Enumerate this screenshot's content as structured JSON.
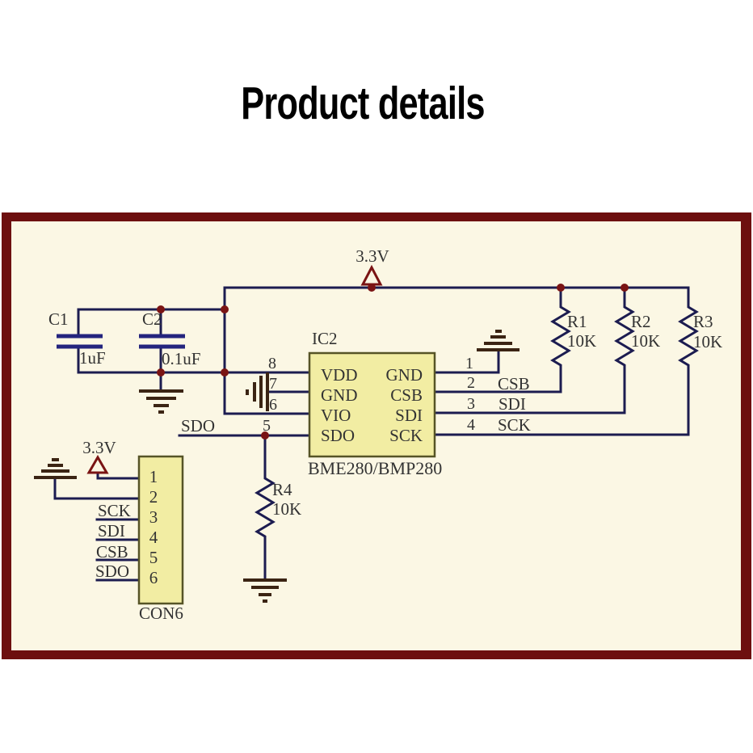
{
  "title": "Product details",
  "schematic": {
    "power_rail_label": "3.3V",
    "connector_power_label": "3.3V",
    "capacitors": [
      {
        "ref": "C1",
        "value": "1uF"
      },
      {
        "ref": "C2",
        "value": "0.1uF"
      }
    ],
    "resistors": [
      {
        "ref": "R1",
        "value": "10K"
      },
      {
        "ref": "R2",
        "value": "10K"
      },
      {
        "ref": "R3",
        "value": "10K"
      },
      {
        "ref": "R4",
        "value": "10K"
      }
    ],
    "ic": {
      "ref": "IC2",
      "part": "BME280/BMP280",
      "left_pins": [
        {
          "num": "8",
          "name": "VDD"
        },
        {
          "num": "7",
          "name": "GND"
        },
        {
          "num": "6",
          "name": "VIO"
        },
        {
          "num": "5",
          "name": "SDO"
        }
      ],
      "right_pins": [
        {
          "num": "1",
          "name": "GND"
        },
        {
          "num": "2",
          "name": "CSB"
        },
        {
          "num": "3",
          "name": "SDI"
        },
        {
          "num": "4",
          "name": "SCK"
        }
      ]
    },
    "net_labels": {
      "sdo": "SDO",
      "csb": "CSB",
      "sdi": "SDI",
      "sck": "SCK"
    },
    "connector": {
      "ref": "CON6",
      "pin_numbers": [
        "1",
        "2",
        "3",
        "4",
        "5",
        "6"
      ],
      "signal_labels": [
        "SCK",
        "SDI",
        "CSB",
        "SDO"
      ]
    },
    "colors": {
      "border": "#6d0f0f",
      "canvas": "#fbf7e4",
      "wire": "#1c1c50",
      "capacitor_plate": "#24247e",
      "symbol_accent": "#7a1414",
      "ground": "#3b2413",
      "component_fill": "#f2eda3",
      "component_outline": "#565426",
      "label_text": "#333333",
      "title_text": "#000000"
    }
  }
}
